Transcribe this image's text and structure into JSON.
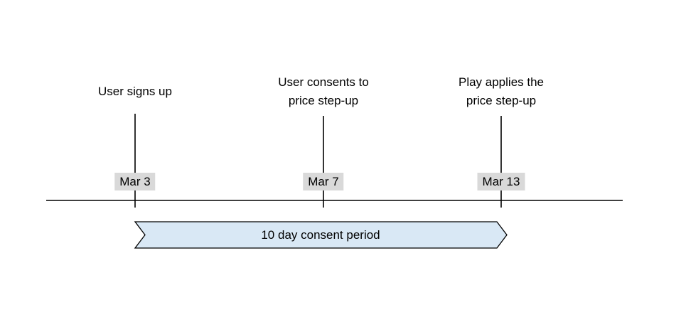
{
  "timeline": {
    "events": [
      {
        "label_line1": "User signs up",
        "date": "Mar 3"
      },
      {
        "label_line1": "User consents to",
        "label_line2": "price step-up",
        "date": "Mar 7"
      },
      {
        "label_line1": "Play applies the",
        "label_line2": "price step-up",
        "date": "Mar 13"
      }
    ],
    "period": {
      "label": "10 day consent period"
    },
    "colors": {
      "period_fill": "#d9e8f5",
      "period_stroke": "#000000",
      "date_badge_bg": "#d9d9d9",
      "line": "#000000"
    }
  }
}
